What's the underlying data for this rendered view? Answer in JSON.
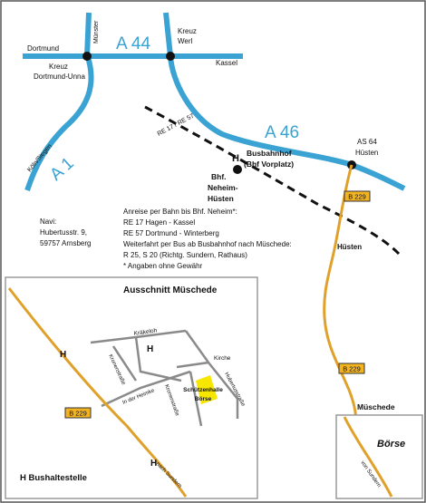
{
  "highways": {
    "a44": "A 44",
    "a46": "A 46",
    "a1": "A 1"
  },
  "places": {
    "dortmund": "Dortmund",
    "muenster": "Münster",
    "kreuz_werl_1": "Kreuz",
    "kreuz_werl_2": "Werl",
    "kassel": "Kassel",
    "kreuz_du_1": "Kreuz",
    "kreuz_du_2": "Dortmund-Unna",
    "koeln_siegen": "Köln/Siegen",
    "re17_57": "RE 17 / RE 57",
    "as64": "AS 64",
    "huesten_top": "Hüsten",
    "huesten_rail": "Hüsten",
    "b229": "B 229",
    "mueschede": "Müschede"
  },
  "busbahnhof": {
    "h": "H",
    "line1": "Busbahnhof",
    "line2": "(Bhf Vorplatz)"
  },
  "bahnhof": {
    "line1": "Bhf.",
    "line2": "Neheim-",
    "line3": "Hüsten"
  },
  "navi": {
    "line1": "Navi:",
    "line2": "Hubertusstr. 9,",
    "line3": "59757 Arnsberg"
  },
  "anreise": [
    "Anreise per Bahn bis Bhf. Neheim*:",
    "RE 17 Hagen - Kassel",
    "RE 57 Dortmund - Winterberg",
    "Weiterfahrt per Bus ab Busbahnhof nach Müschede:",
    "R 25, S 20  (Richtg. Sundern, Rathaus)",
    "* Angaben ohne Gewähr"
  ],
  "inset": {
    "title": "Ausschnitt Müschede",
    "kraekeloh": "Kräkeloh",
    "kronenstrasse_1": "Kronenstraße",
    "kronenstrasse_2": "Kronenstraße",
    "in_der_heimke": "In der Heimke",
    "kirche": "Kirche",
    "hubertusstrasse": "Hubertusstraße",
    "schuetzenhalle_1": "Schützenhalle",
    "schuetzenhalle_2": "Börse",
    "b229": "B 229",
    "nach_sundern": "nach Sundern",
    "h1": "H",
    "h2": "H",
    "h3": "H",
    "legend": "H  Bushaltestelle"
  },
  "boerse_box": {
    "title": "Börse",
    "von_sundern": "von Sundern"
  },
  "colors": {
    "highway": "#3aa3d3",
    "federal_road": "#e0a12b",
    "street": "#8a8a8a",
    "frame": "#9a9a9a",
    "venue": "#f7e600",
    "road_sign": "#f3b320"
  }
}
